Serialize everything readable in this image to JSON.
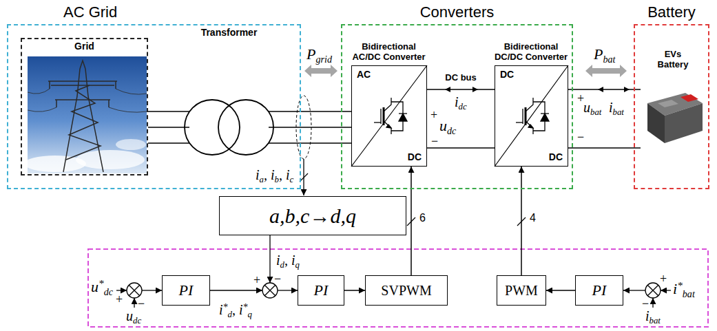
{
  "diagram": {
    "nodes": [
      {
        "text": [
          "AC Grid"
        ]
      },
      {
        "text": [
          "Grid"
        ],
        "in": 0
      },
      {
        "text": [
          "Transformer"
        ],
        "in": 0
      },
      {
        "text": [
          "Converters"
        ]
      },
      {
        "text": [
          "Bidirectional AC/DC Converter",
          "AC",
          "DC"
        ],
        "in": 3
      },
      {
        "text": [
          "Bidirectional DC/DC Converter",
          "DC",
          "DC"
        ],
        "in": 3
      },
      {
        "text": [
          "Battery"
        ]
      },
      {
        "text": [
          "EVs Battery"
        ],
        "in": 6
      },
      {
        "text": [
          "a,b,c→d,q"
        ]
      },
      {
        "text": [
          "PI"
        ]
      },
      {
        "text": [
          "PI"
        ]
      },
      {
        "text": [
          "SVPWM"
        ]
      },
      {
        "text": [
          "PWM"
        ]
      },
      {
        "text": [
          "PI"
        ]
      }
    ],
    "edges": [
      {
        "from": 1,
        "to": 2,
        "arrow": "none"
      },
      {
        "from": 2,
        "to": 4,
        "arrow": "none"
      },
      {
        "from": 4,
        "to": 5,
        "arrow": "none",
        "label": "DC bus"
      },
      {
        "from": 5,
        "to": 7,
        "arrow": "none"
      },
      {
        "from": 10,
        "to": 11,
        "arrow": "to"
      },
      {
        "from": 11,
        "to": 4,
        "arrow": "to",
        "label": "6"
      },
      {
        "from": 13,
        "to": 12,
        "arrow": "to"
      },
      {
        "from": 12,
        "to": 5,
        "arrow": "to",
        "label": "4"
      }
    ],
    "labels": [
      "Pgrid",
      "ia, ib, ic",
      "id, iq",
      "+",
      "udc",
      "−",
      "idc",
      "Pbat",
      "+",
      "ubat",
      "ibat",
      "−",
      "u*dc",
      "+",
      "−",
      "udc",
      "+",
      "−",
      "i*d, i*q",
      "i*bat",
      "+",
      "−",
      "ibat"
    ]
  }
}
